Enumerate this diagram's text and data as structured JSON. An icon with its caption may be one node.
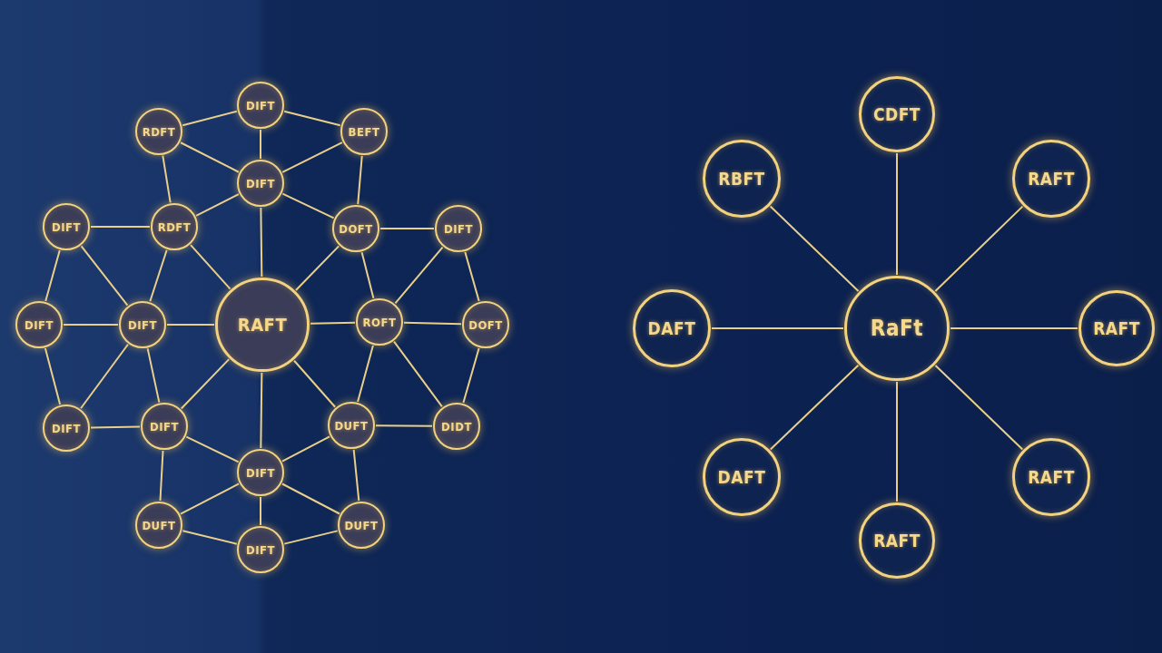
{
  "diagram": {
    "nodes": [
      {
        "text": [
          "DIFT"
        ]
      },
      {
        "text": [
          "RDFT"
        ]
      },
      {
        "text": [
          "BEFT"
        ]
      },
      {
        "text": [
          "DIFT"
        ]
      },
      {
        "text": [
          "DIFT"
        ]
      },
      {
        "text": [
          "RDFT"
        ]
      },
      {
        "text": [
          "DOFT"
        ]
      },
      {
        "text": [
          "DIFT"
        ]
      },
      {
        "text": [
          "DIFT"
        ]
      },
      {
        "text": [
          "DIFT"
        ]
      },
      {
        "text": [
          "RAFT"
        ]
      },
      {
        "text": [
          "ROFT"
        ]
      },
      {
        "text": [
          "DOFT"
        ]
      },
      {
        "text": [
          "DIFT"
        ]
      },
      {
        "text": [
          "DIFT"
        ]
      },
      {
        "text": [
          "DUFT"
        ]
      },
      {
        "text": [
          "DIDT"
        ]
      },
      {
        "text": [
          "DIFT"
        ]
      },
      {
        "text": [
          "DUFT"
        ]
      },
      {
        "text": [
          "DUFT"
        ]
      },
      {
        "text": [
          "DIFT"
        ]
      },
      {
        "text": [
          "RaFt"
        ]
      },
      {
        "text": [
          "CDFT"
        ]
      },
      {
        "text": [
          "RBFT"
        ]
      },
      {
        "text": [
          "RAFT"
        ]
      },
      {
        "text": [
          "DAFT"
        ]
      },
      {
        "text": [
          "RAFT"
        ]
      },
      {
        "text": [
          "DAFT"
        ]
      },
      {
        "text": [
          "RAFT"
        ]
      },
      {
        "text": [
          "RAFT"
        ]
      }
    ],
    "edges": [
      {
        "from": 0,
        "to": 1,
        "arrow": "none"
      },
      {
        "from": 0,
        "to": 2,
        "arrow": "none"
      },
      {
        "from": 0,
        "to": 3,
        "arrow": "none"
      },
      {
        "from": 1,
        "to": 3,
        "arrow": "none"
      },
      {
        "from": 2,
        "to": 3,
        "arrow": "none"
      },
      {
        "from": 1,
        "to": 5,
        "arrow": "none"
      },
      {
        "from": 2,
        "to": 6,
        "arrow": "none"
      },
      {
        "from": 3,
        "to": 5,
        "arrow": "none"
      },
      {
        "from": 3,
        "to": 6,
        "arrow": "none"
      },
      {
        "from": 3,
        "to": 10,
        "arrow": "none"
      },
      {
        "from": 4,
        "to": 5,
        "arrow": "none"
      },
      {
        "from": 6,
        "to": 7,
        "arrow": "none"
      },
      {
        "from": 4,
        "to": 8,
        "arrow": "none"
      },
      {
        "from": 4,
        "to": 9,
        "arrow": "none"
      },
      {
        "from": 5,
        "to": 9,
        "arrow": "none"
      },
      {
        "from": 5,
        "to": 10,
        "arrow": "none"
      },
      {
        "from": 6,
        "to": 10,
        "arrow": "none"
      },
      {
        "from": 6,
        "to": 11,
        "arrow": "none"
      },
      {
        "from": 7,
        "to": 11,
        "arrow": "none"
      },
      {
        "from": 7,
        "to": 12,
        "arrow": "none"
      },
      {
        "from": 8,
        "to": 9,
        "arrow": "none"
      },
      {
        "from": 9,
        "to": 10,
        "arrow": "none"
      },
      {
        "from": 10,
        "to": 11,
        "arrow": "none"
      },
      {
        "from": 11,
        "to": 12,
        "arrow": "none"
      },
      {
        "from": 8,
        "to": 13,
        "arrow": "none"
      },
      {
        "from": 9,
        "to": 13,
        "arrow": "none"
      },
      {
        "from": 9,
        "to": 14,
        "arrow": "none"
      },
      {
        "from": 10,
        "to": 14,
        "arrow": "none"
      },
      {
        "from": 10,
        "to": 17,
        "arrow": "none"
      },
      {
        "from": 10,
        "to": 15,
        "arrow": "none"
      },
      {
        "from": 11,
        "to": 15,
        "arrow": "none"
      },
      {
        "from": 11,
        "to": 16,
        "arrow": "none"
      },
      {
        "from": 12,
        "to": 16,
        "arrow": "none"
      },
      {
        "from": 13,
        "to": 14,
        "arrow": "none"
      },
      {
        "from": 15,
        "to": 16,
        "arrow": "none"
      },
      {
        "from": 14,
        "to": 17,
        "arrow": "none"
      },
      {
        "from": 15,
        "to": 17,
        "arrow": "none"
      },
      {
        "from": 14,
        "to": 18,
        "arrow": "none"
      },
      {
        "from": 15,
        "to": 19,
        "arrow": "none"
      },
      {
        "from": 17,
        "to": 18,
        "arrow": "none"
      },
      {
        "from": 17,
        "to": 19,
        "arrow": "none"
      },
      {
        "from": 17,
        "to": 20,
        "arrow": "none"
      },
      {
        "from": 18,
        "to": 20,
        "arrow": "none"
      },
      {
        "from": 19,
        "to": 20,
        "arrow": "none"
      },
      {
        "from": 21,
        "to": 22,
        "arrow": "none"
      },
      {
        "from": 21,
        "to": 23,
        "arrow": "none"
      },
      {
        "from": 21,
        "to": 24,
        "arrow": "none"
      },
      {
        "from": 21,
        "to": 25,
        "arrow": "none"
      },
      {
        "from": 21,
        "to": 26,
        "arrow": "none"
      },
      {
        "from": 21,
        "to": 27,
        "arrow": "none"
      },
      {
        "from": 21,
        "to": 28,
        "arrow": "none"
      },
      {
        "from": 21,
        "to": 29,
        "arrow": "none"
      }
    ]
  }
}
